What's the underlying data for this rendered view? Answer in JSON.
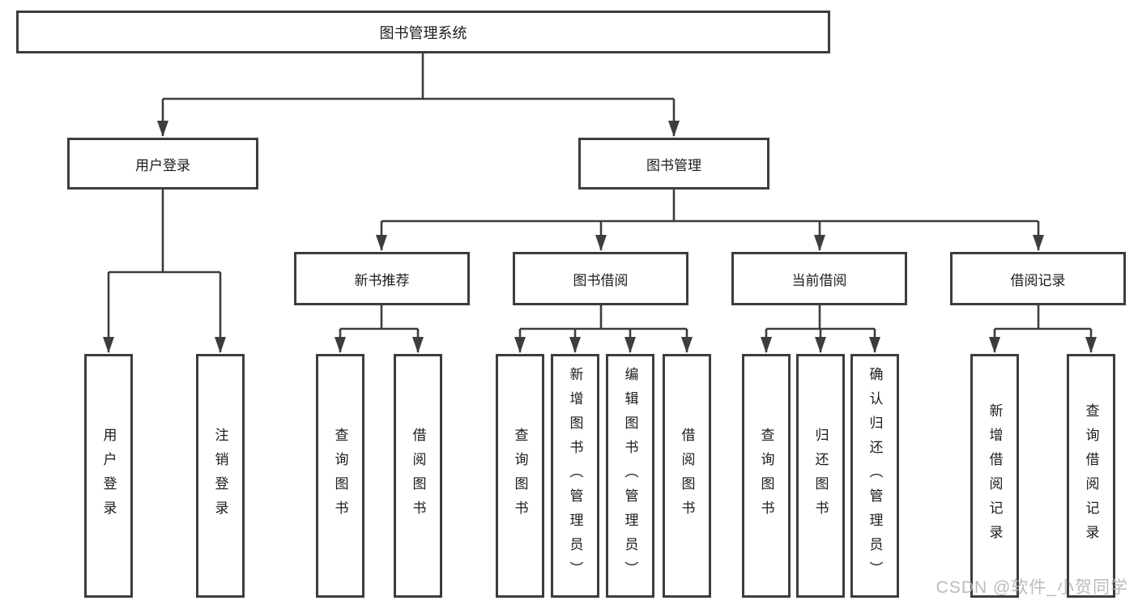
{
  "root": {
    "label": "图书管理系统"
  },
  "user": {
    "label": "用户登录",
    "children": [
      {
        "label": "用户登录"
      },
      {
        "label": "注销登录"
      }
    ]
  },
  "mgmt": {
    "label": "图书管理",
    "groups": [
      {
        "label": "新书推荐",
        "children": [
          {
            "label": "查询图书"
          },
          {
            "label": "借阅图书"
          }
        ]
      },
      {
        "label": "图书借阅",
        "children": [
          {
            "label": "查询图书"
          },
          {
            "label": "新增图书（管理员）"
          },
          {
            "label": "编辑图书（管理员）"
          },
          {
            "label": "借阅图书"
          }
        ]
      },
      {
        "label": "当前借阅",
        "children": [
          {
            "label": "查询图书"
          },
          {
            "label": "归还图书"
          },
          {
            "label": "确认归还（管理员）"
          }
        ]
      },
      {
        "label": "借阅记录",
        "children": [
          {
            "label": "新增借阅记录"
          },
          {
            "label": "查询借阅记录"
          }
        ]
      }
    ]
  },
  "watermark": {
    "text": "CSDN @软件_小贺同学"
  },
  "colors": {
    "line": "#3d3d3d",
    "text": "#1c1c1c",
    "watermark": "#b4b4b4"
  }
}
